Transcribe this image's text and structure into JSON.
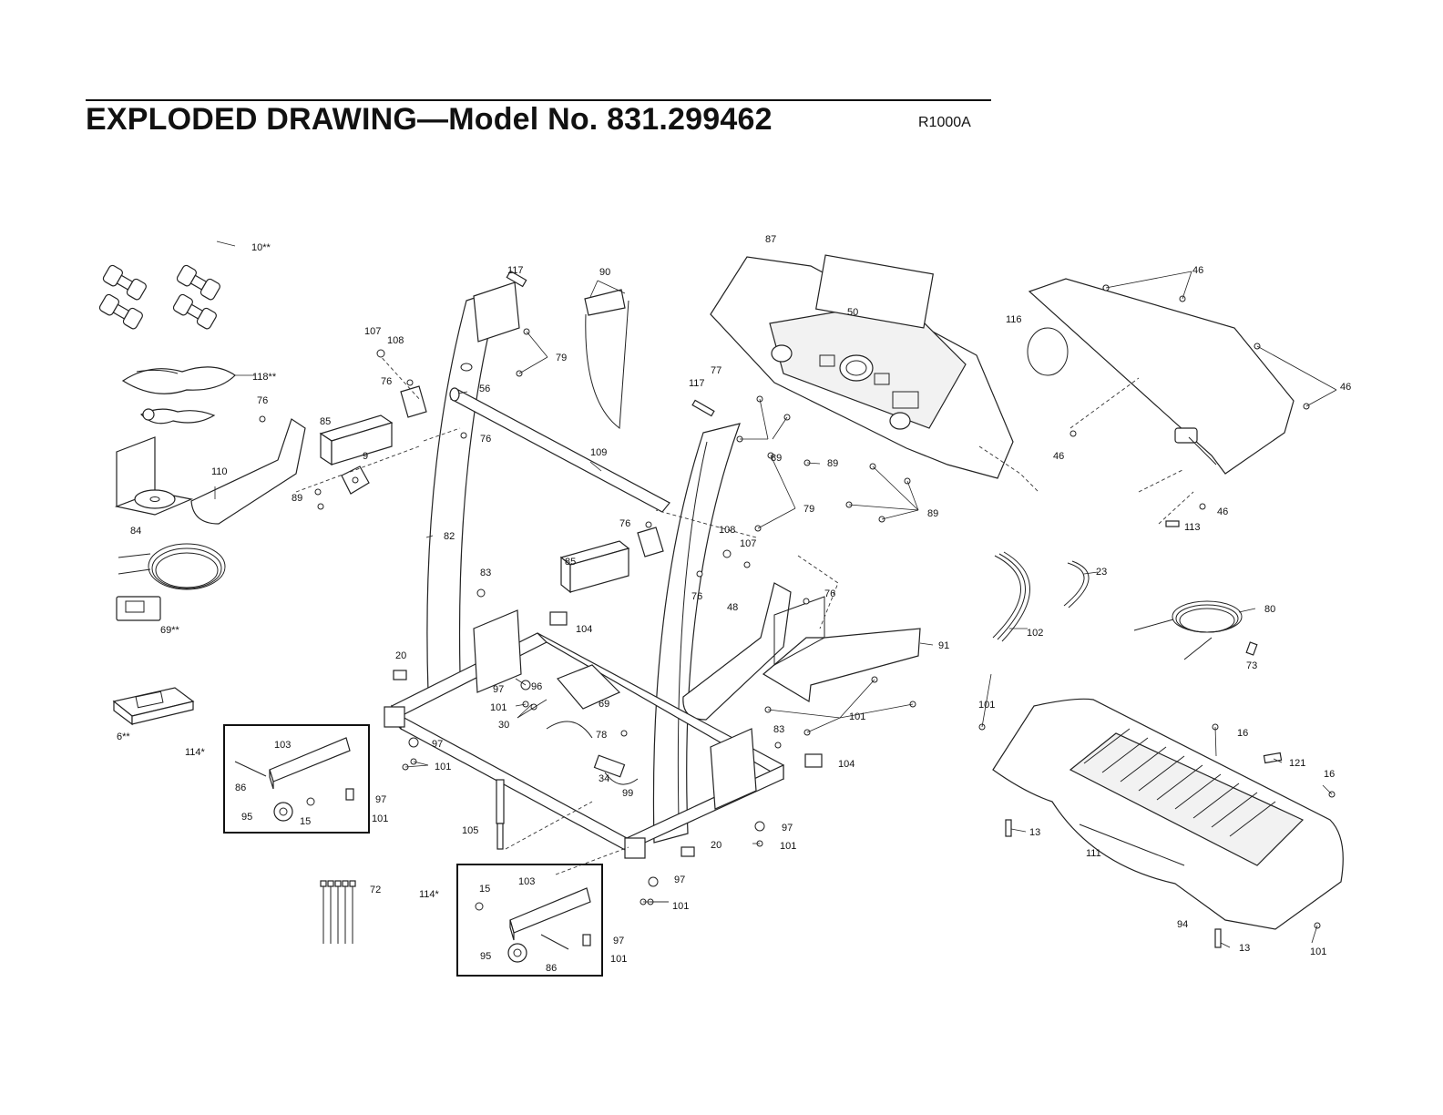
{
  "header": {
    "title": "EXPLODED DRAWING—Model No. 831.299462",
    "code": "R1000A"
  },
  "callouts": {
    "c87": "87",
    "c90": "90",
    "c117a": "117",
    "c117b": "117",
    "c46a": "46",
    "c46b": "46",
    "c46c": "46",
    "c46d": "46",
    "c116": "116",
    "c50": "50",
    "c77": "77",
    "c79a": "79",
    "c79b": "79",
    "c107a": "107",
    "c107b": "107",
    "c108a": "108",
    "c108b": "108",
    "c76a": "76",
    "c76b": "76",
    "c76c": "76",
    "c76d": "76",
    "c76e": "76",
    "c76f": "76",
    "c56": "56",
    "c10": "10**",
    "c118": "118**",
    "c85a": "85",
    "c85b": "85",
    "c9": "9",
    "c110": "110",
    "c89a": "89",
    "c89b": "89",
    "c89c": "89",
    "c89d": "89",
    "c84": "84",
    "c109": "109",
    "c82": "82",
    "c113": "113",
    "c23": "23",
    "c80": "80",
    "c73": "73",
    "c102": "102",
    "c91": "91",
    "c48": "48",
    "c83a": "83",
    "c83b": "83",
    "c104a": "104",
    "c104b": "104",
    "c69a": "69**",
    "c69b": "69",
    "c20a": "20",
    "c20b": "20",
    "c97a": "97",
    "c97b": "97",
    "c97c": "97",
    "c97d": "97",
    "c97e": "97",
    "c97f": "97",
    "c96": "96",
    "c101a": "101",
    "c101b": "101",
    "c101c": "101",
    "c101d": "101",
    "c101e": "101",
    "c101f": "101",
    "c101g": "101",
    "c101h": "101",
    "c101i": "101",
    "c30": "30",
    "c78": "78",
    "c6": "6**",
    "c114a": "114*",
    "c114b": "114*",
    "c103a": "103",
    "c103b": "103",
    "c86a": "86",
    "c86b": "86",
    "c95a": "95",
    "c95b": "95",
    "c15a": "15",
    "c15b": "15",
    "c34": "34",
    "c99": "99",
    "c105": "105",
    "c72": "72",
    "c16a": "16",
    "c16b": "16",
    "c121": "121",
    "c13a": "13",
    "c13b": "13",
    "c111": "111",
    "c94": "94"
  }
}
